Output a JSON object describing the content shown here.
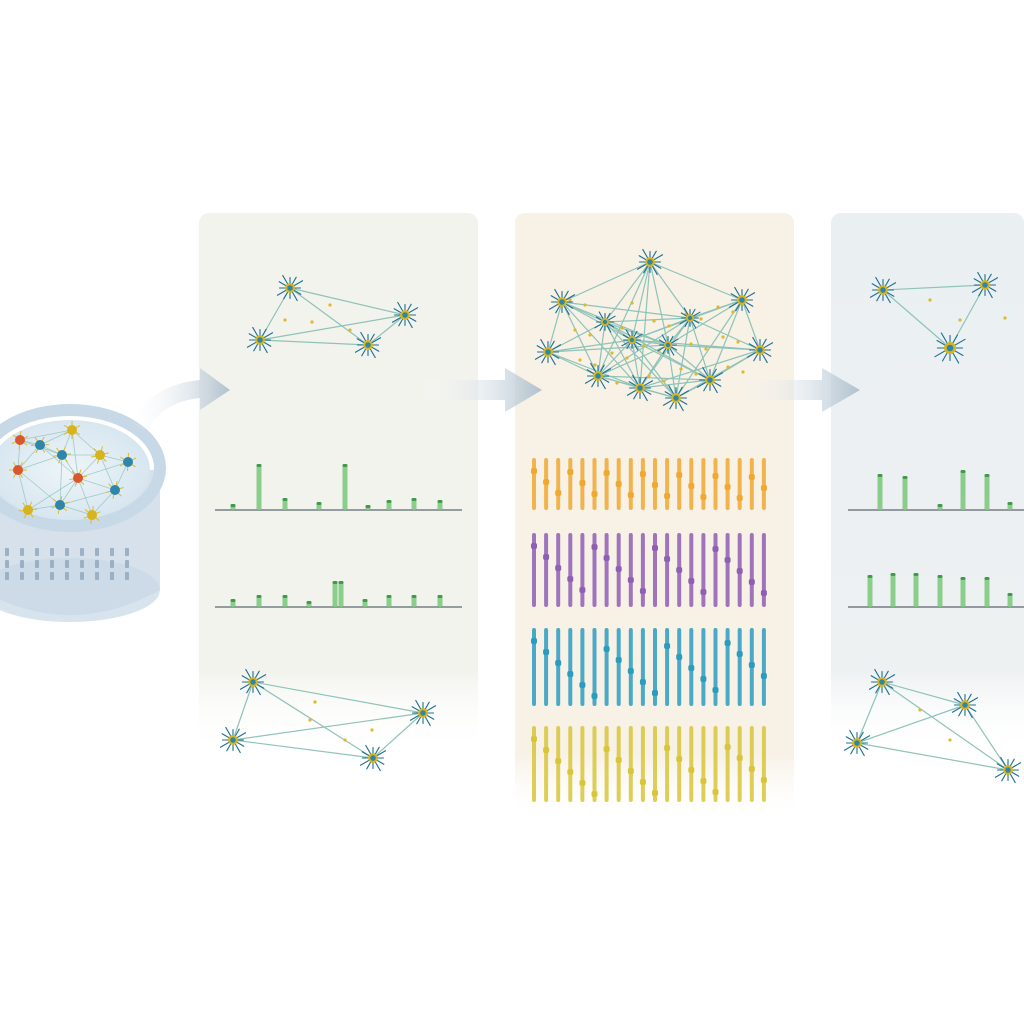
{
  "palette": {
    "background": "#ffffff",
    "panel_left": "#f3f3ee",
    "panel_middle": "#f7f1e6",
    "panel_right": "#eaeff2",
    "arrow": "#a9bccb",
    "edge": "#8ec3b8",
    "node_core": "#2e86ab",
    "node_ring": "#d6b41e",
    "ray": "#1f6f94",
    "dish_rim": "#c7d8e6",
    "dish_wall": "#b5c9da",
    "bar_green": "#7fc97f",
    "bar_orange": "#f0a830",
    "bar_purple": "#8e5fb5",
    "bar_blue": "#2a9cbf",
    "bar_yellow": "#d8c53a"
  },
  "icons": {
    "dish": "culture-dish-icon",
    "arrow": "flow-arrow-icon",
    "node": "neuron-node-icon"
  },
  "panels": [
    {
      "id": "left",
      "label": ""
    },
    {
      "id": "middle",
      "label": ""
    },
    {
      "id": "right",
      "label": ""
    }
  ]
}
